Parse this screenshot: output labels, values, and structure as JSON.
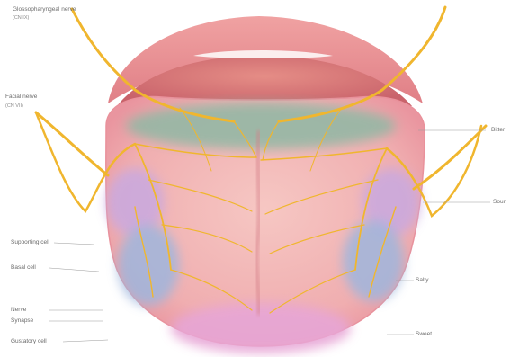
{
  "labels": {
    "glossopharyngeal_nerve": "Glossopharyngeal nerve",
    "glossopharyngeal_nerve_sub": "(CN IX)",
    "facial_nerve": "Facial nerve",
    "facial_nerve_sub": "(CN VII)",
    "bitter": "Bitter",
    "sour": "Sour",
    "salty": "Salty",
    "sweet": "Sweet",
    "supporting_cell": "Supporting cell",
    "basal_cell": "Basal cell",
    "nerve": "Nerve",
    "synapse": "Synapse",
    "gustatory_cell": "Gustatory cell"
  },
  "colors": {
    "lip": "#e8898f",
    "tongue": "#f2b3b3",
    "bitter_zone": "#8fb8a4",
    "sour_zone": "#c9a9e0",
    "salty_zone": "#9fb6dd",
    "sweet_zone": "#e7a6d6",
    "nerve": "#f0b62e"
  }
}
